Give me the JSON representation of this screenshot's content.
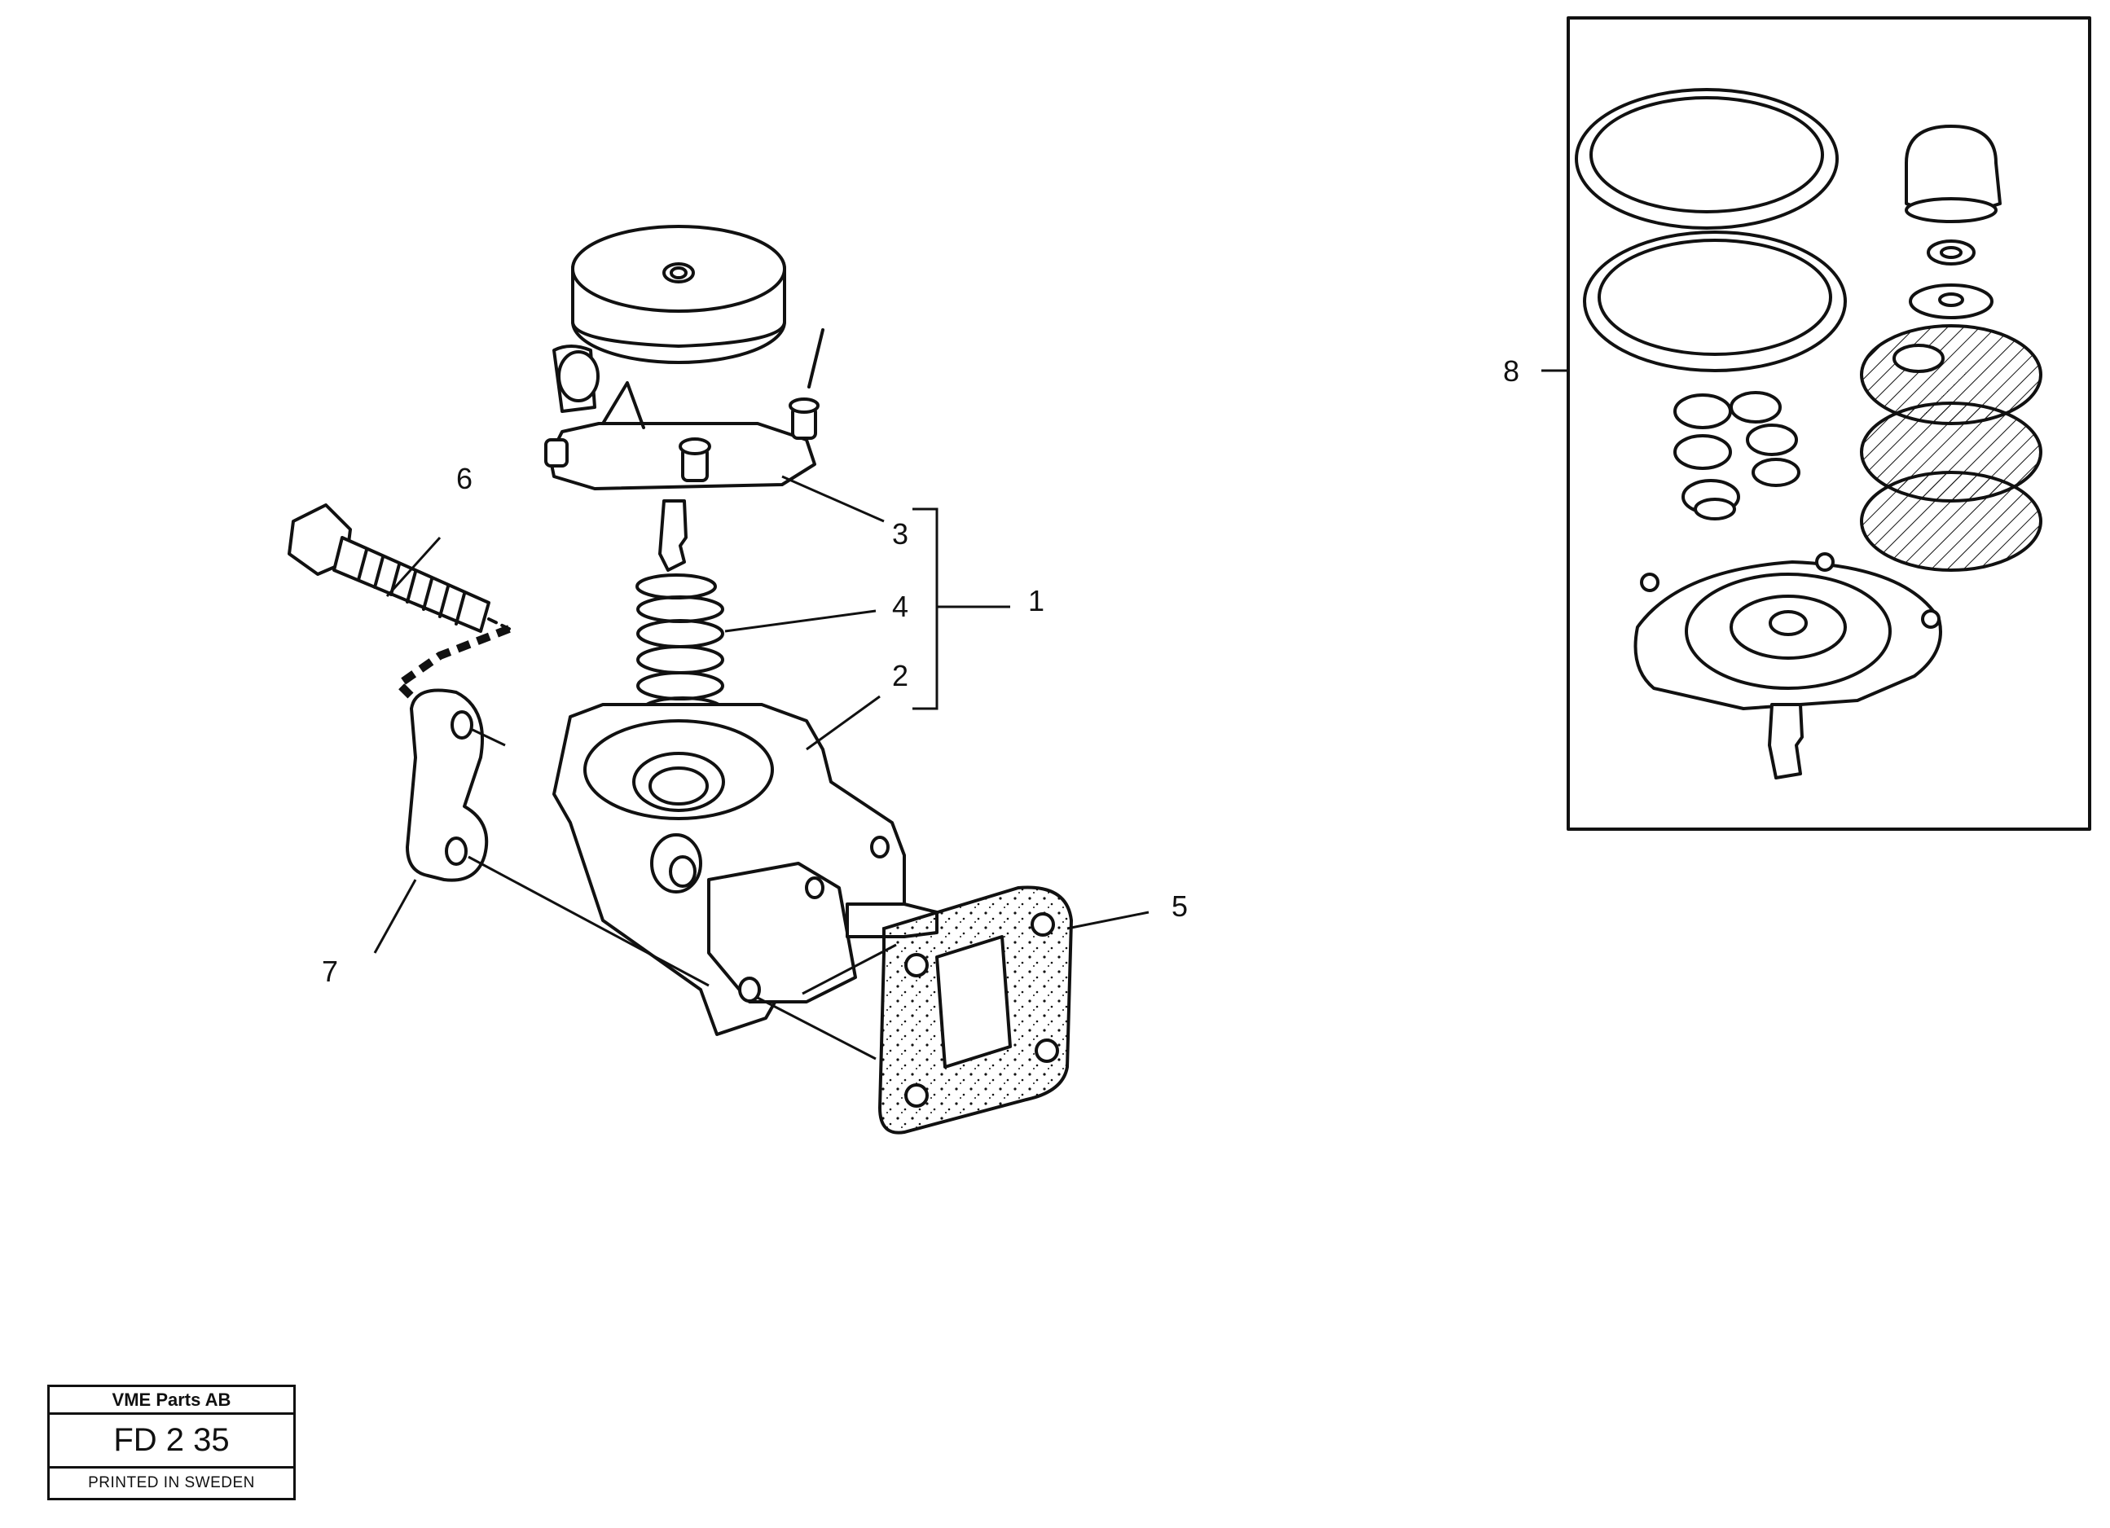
{
  "callouts": {
    "c1": "1",
    "c2": "2",
    "c3": "3",
    "c4": "4",
    "c5": "5",
    "c6": "6",
    "c7": "7",
    "c8": "8"
  },
  "title_block": {
    "company": "VME Parts AB",
    "code": "FD 2 35",
    "printed": "PRINTED IN SWEDEN"
  }
}
